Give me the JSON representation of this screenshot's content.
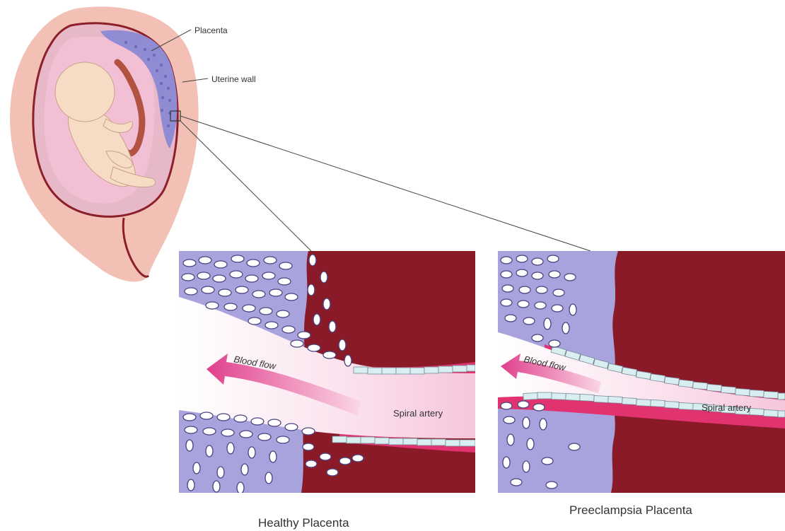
{
  "labels": {
    "placenta": "Placenta",
    "uterine_wall": "Uterine wall"
  },
  "panels": {
    "healthy": {
      "blood_flow": "Blood flow",
      "spiral_artery": "Spiral artery",
      "caption": "Healthy Placenta"
    },
    "preeclampsia": {
      "blood_flow": "Blood flow",
      "spiral_artery": "Spiral artery",
      "caption": "Preeclampsia Placenta"
    }
  },
  "colors": {
    "uterine_tissue": "#f2c0b4",
    "uterine_outline": "#8c1f2a",
    "placenta": "#8f8cd4",
    "amniotic": "#e9a6c8",
    "fetus_skin": "#f6dcc4",
    "umbilical_cord": "#b25240",
    "decidua": "#a9a3dd",
    "trophoblast_cell": "#ffffff",
    "myometrium": "#8a1a27",
    "artery_wall": "#e0336f",
    "blood_flow_arrow": "#e0408c",
    "endothelium": "#d9eef0"
  }
}
